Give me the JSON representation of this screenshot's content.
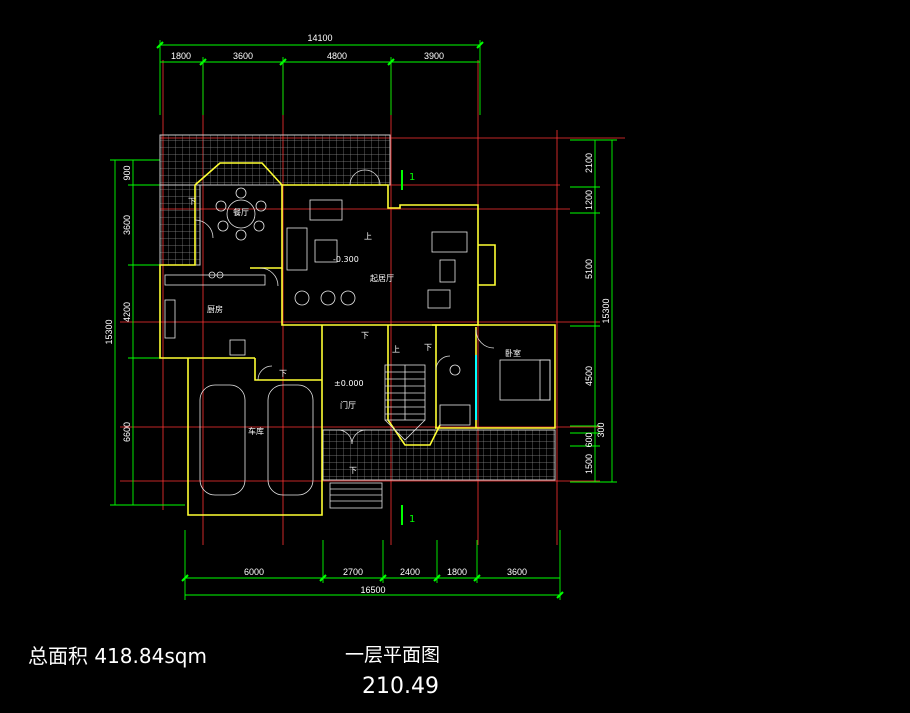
{
  "overall_dims": {
    "top": "14100",
    "bottom": "16500",
    "left": "15300",
    "right": "15300"
  },
  "top_dims": [
    "1800",
    "3600",
    "4800",
    "3900"
  ],
  "bottom_dims": [
    "6000",
    "2700",
    "2400",
    "1800",
    "3600"
  ],
  "left_dims": [
    "900",
    "3600",
    "4200",
    "6600"
  ],
  "right_dims": [
    "2100",
    "1200",
    "5100",
    "4500",
    "300",
    "600",
    "1500"
  ],
  "rooms": {
    "dining": "餐厅",
    "kitchen": "厨房",
    "living": "起居厅",
    "bedroom": "卧室",
    "garage": "车库",
    "foyer": "门厅"
  },
  "levels": {
    "living": "-0.300",
    "foyer": "±0.000"
  },
  "stair_marks": {
    "up": "上",
    "down": "下"
  },
  "section_mark": "1",
  "footer": {
    "total_area": "总面积 418.84sqm",
    "title": "一层平面图",
    "floor_area": "210.49"
  },
  "colors": {
    "background": "#000000",
    "walls": "#ffff33",
    "dimension": "#00ff00",
    "axis": "#ff3333",
    "text": "#ffffff",
    "hatch": "#9a9a9a",
    "fixtures": "#e8e8e8",
    "glass": "#00ffff"
  }
}
